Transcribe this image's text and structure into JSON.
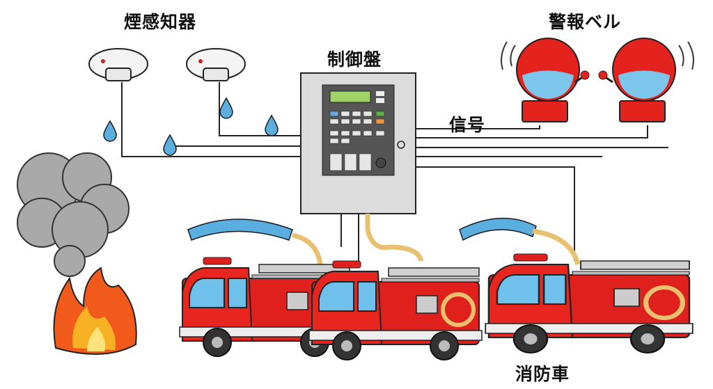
{
  "labels": {
    "smoke_detector": "煙感知器",
    "control_panel": "制御盤",
    "alarm_bell": "警報ベル",
    "signal": "信号",
    "fire_truck": "消防車"
  },
  "colors": {
    "truck_red": "#e0201c",
    "bell_red": "#e4231f",
    "water_blue": "#5aaee0",
    "smoke_gray": "#a9a9a9",
    "panel_gray": "#dcdcdc",
    "lcd_green": "#9fd36a"
  }
}
